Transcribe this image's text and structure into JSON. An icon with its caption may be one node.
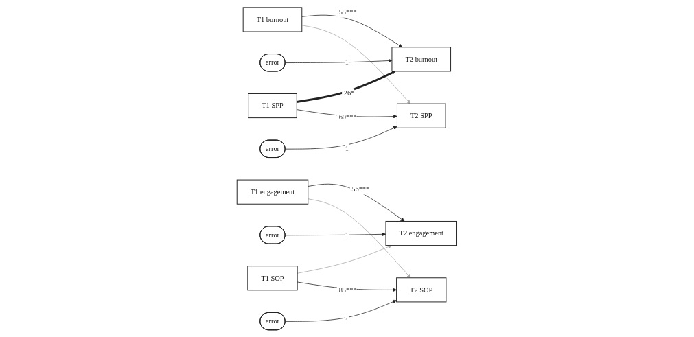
{
  "diagram": {
    "nodes": [
      {
        "text": [
          "T1 burnout"
        ]
      },
      {
        "text": [
          "T2 burnout"
        ]
      },
      {
        "text": [
          "error"
        ]
      },
      {
        "text": [
          "T1 SPP"
        ]
      },
      {
        "text": [
          "T2 SPP"
        ]
      },
      {
        "text": [
          "error"
        ]
      },
      {
        "text": [
          "T1 engagement"
        ]
      },
      {
        "text": [
          "T2 engagement"
        ]
      },
      {
        "text": [
          "error"
        ]
      },
      {
        "text": [
          "T1 SOP"
        ]
      },
      {
        "text": [
          "T2 SOP"
        ]
      },
      {
        "text": [
          "error"
        ]
      }
    ],
    "edges": [
      {
        "from": 0,
        "to": 1,
        "arrow": "to",
        "label": ".55***"
      },
      {
        "from": 0,
        "to": 4,
        "arrow": "to",
        "color": "#a8a8a8"
      },
      {
        "from": 3,
        "to": 1,
        "arrow": "to",
        "label": ".26*",
        "style": "thick"
      },
      {
        "from": 3,
        "to": 4,
        "arrow": "to",
        "label": ".60***"
      },
      {
        "from": 2,
        "to": 1,
        "arrow": "to",
        "label": "1"
      },
      {
        "from": 5,
        "to": 4,
        "arrow": "to",
        "label": "1"
      },
      {
        "from": 6,
        "to": 7,
        "arrow": "to",
        "label": ".56***"
      },
      {
        "from": 6,
        "to": 10,
        "arrow": "to",
        "color": "#a8a8a8"
      },
      {
        "from": 9,
        "to": 7,
        "arrow": "to",
        "color": "#a8a8a8"
      },
      {
        "from": 9,
        "to": 10,
        "arrow": "to",
        "label": ".85***"
      },
      {
        "from": 8,
        "to": 7,
        "arrow": "to",
        "label": "1"
      },
      {
        "from": 11,
        "to": 10,
        "arrow": "to",
        "label": "1"
      }
    ]
  }
}
